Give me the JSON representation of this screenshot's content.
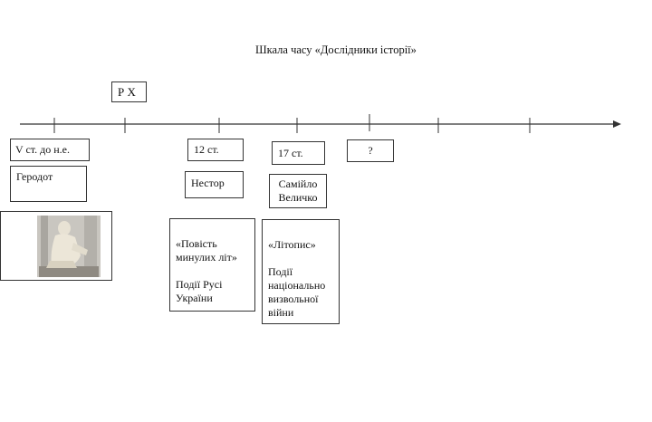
{
  "title": "Шкала часу «Дослідники історії»",
  "rx_label": "Р Х",
  "timeline": [
    {
      "period": "V ст. до н.е.",
      "person": "Геродот"
    },
    {
      "period": "12 ст.",
      "person": "Нестор",
      "work": "«Повість минулих літ»\n\nПодії Русі України"
    },
    {
      "period": "17 ст.",
      "person": "Самійло Величко",
      "work": "«Літопис»\n\nПодії національно визвольної війни"
    },
    {
      "period": "?"
    }
  ],
  "colors": {
    "line": "#333333",
    "stroke": "#333333"
  },
  "icons": {
    "axis_end": "arrow-head-icon",
    "portrait": "herodotus-statue-image"
  }
}
